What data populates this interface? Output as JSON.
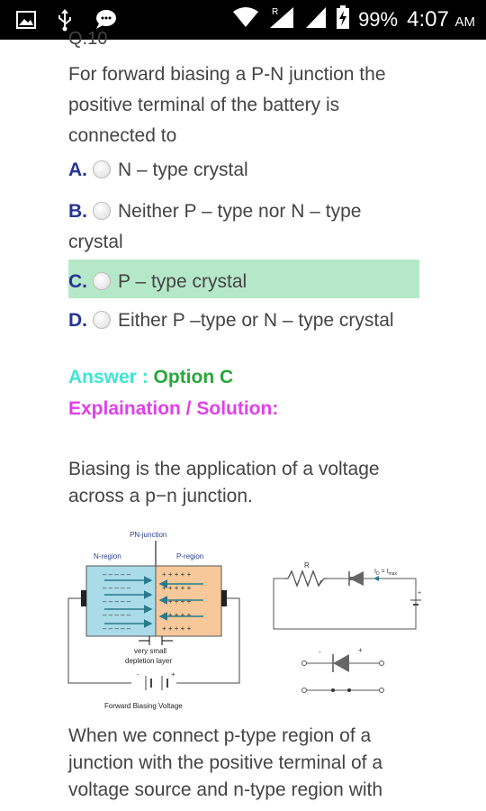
{
  "status": {
    "battery": "99%",
    "time": "4:07",
    "ampm": "AM",
    "icons": [
      "gallery-icon",
      "usb-icon",
      "chat-icon",
      "wifi-icon",
      "signal-r-icon",
      "signal-icon",
      "battery-charging-icon"
    ]
  },
  "question": {
    "number": "Q.10",
    "text": "For forward biasing a P-N junction the positive terminal of the battery is connected to",
    "options": [
      {
        "letter": "A.",
        "text": "N – type crystal",
        "selected": false
      },
      {
        "letter": "B.",
        "text": "Neither P – type nor N – type crystal",
        "selected": false
      },
      {
        "letter": "C.",
        "text": "P – type crystal",
        "selected": true
      },
      {
        "letter": "D.",
        "text": "Either P –type or N – type crystal",
        "selected": false
      }
    ]
  },
  "answer": {
    "label": "Answer :",
    "value": "Option C"
  },
  "explanation": {
    "heading": "Explaination / Solution:",
    "para1": "Biasing is the application of a voltage across a p−n junction.",
    "para2": "When we connect p-type region of a junction with the positive terminal of a voltage source and n-type region with"
  },
  "diagram": {
    "pn_junction": "PN-junction",
    "n_region": "N-region",
    "p_region": "P-region",
    "depletion_1": "very small",
    "depletion_2": "depletion layer",
    "caption": "Forward Biasing Voltage",
    "resistor": "R",
    "current": "I",
    "current_sub": "D",
    "current_eq": " = I",
    "current_max": "max",
    "minus": "-",
    "plus": "+"
  },
  "colors": {
    "selected_bg": "#b5e8c8",
    "option_letter": "#283593",
    "answer_label": "#3de6d6",
    "answer_value": "#26a839",
    "explanation_heading": "#e040e8",
    "n_region": "#a9dbe8",
    "p_region": "#f7c99a"
  }
}
